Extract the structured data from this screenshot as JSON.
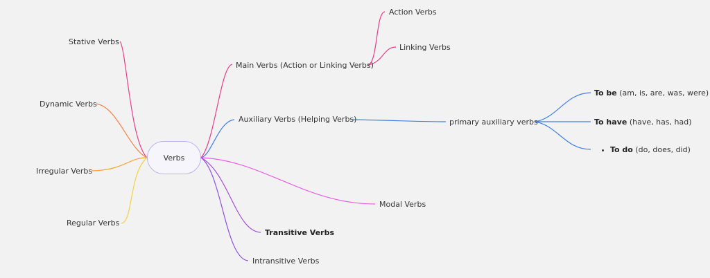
{
  "root": {
    "label": "Verbs"
  },
  "left_branches": {
    "stative": "Stative Verbs",
    "dynamic": "Dynamic Verbs",
    "irregular": "Irregular Verbs",
    "regular": "Regular Verbs"
  },
  "right_branches": {
    "main": "Main Verbs (Action or Linking Verbs)",
    "auxiliary": "Auxiliary Verbs (Helping Verbs)",
    "modal": "Modal Verbs",
    "transitive": "Transitive Verbs",
    "intransitive": "Intransitive Verbs"
  },
  "main_children": {
    "action": "Action Verbs",
    "linking": "Linking Verbs"
  },
  "auxiliary_child": {
    "label": "primary auxiliary verbs"
  },
  "primary_children": {
    "to_be": {
      "bold": "To be",
      "rest": " (am, is, are, was, were)"
    },
    "to_have": {
      "bold": "To have",
      "rest": " (have, has, had)"
    },
    "to_do": {
      "bold": "To do",
      "rest": " (do, does, did)"
    }
  },
  "colors": {
    "stative": "#e83e8c",
    "dynamic": "#f58445",
    "irregular": "#f7a531",
    "regular": "#f2d13a",
    "main": "#e63c8a",
    "auxiliary": "#3f7fe6",
    "modal": "#e85ee0",
    "transitive": "#a64ed8",
    "intransitive": "#8f4fe0",
    "root_border": "#b9b3f0"
  }
}
